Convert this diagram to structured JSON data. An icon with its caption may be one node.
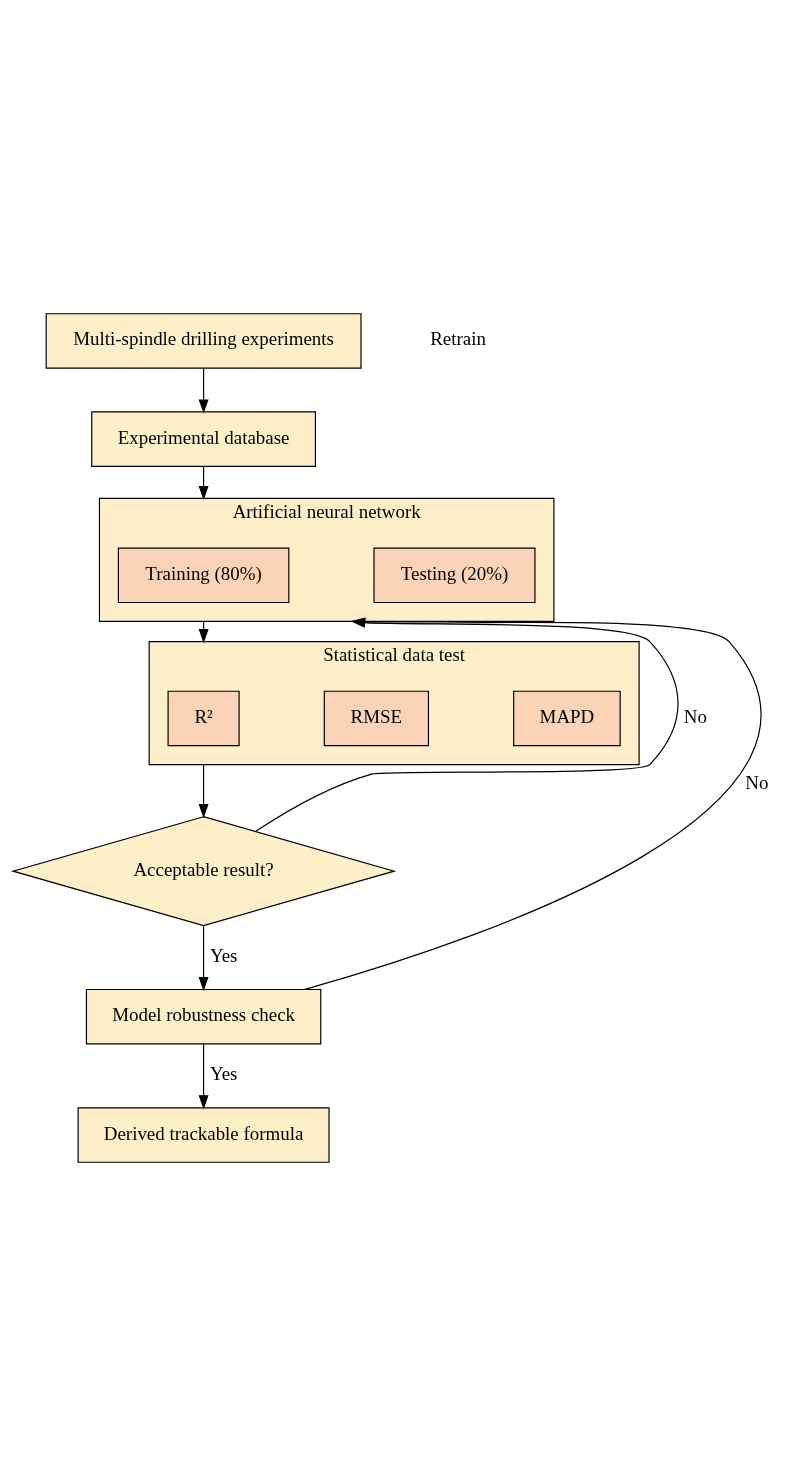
{
  "diagram": {
    "nodes": [
      {
        "text": [
          "Multi-spindle drilling experiments"
        ]
      },
      {
        "text": [
          "Experimental database"
        ]
      },
      {
        "text": [
          "Artificial neural network"
        ]
      },
      {
        "text": [
          "Training (80%)"
        ],
        "in": 2
      },
      {
        "text": [
          "Testing (20%)"
        ],
        "in": 2
      },
      {
        "text": [
          "Statistical data test"
        ]
      },
      {
        "text": [
          "R²"
        ],
        "in": 5
      },
      {
        "text": [
          "RMSE"
        ],
        "in": 5
      },
      {
        "text": [
          "MAPD"
        ],
        "in": 5
      },
      {
        "text": [
          "Acceptable result?"
        ]
      },
      {
        "text": [
          "Model robustness check"
        ]
      },
      {
        "text": [
          "Derived trackable formula"
        ]
      }
    ],
    "edges": [
      {
        "from": 0,
        "to": 1,
        "arrow": "to"
      },
      {
        "from": 1,
        "to": 2,
        "arrow": "to"
      },
      {
        "from": 2,
        "to": 5,
        "arrow": "to"
      },
      {
        "from": 5,
        "to": 9,
        "arrow": "to"
      },
      {
        "from": 9,
        "to": 10,
        "arrow": "to",
        "label": "Yes"
      },
      {
        "from": 10,
        "to": 11,
        "arrow": "to",
        "label": "Yes"
      },
      {
        "from": 9,
        "to": 2,
        "arrow": "to",
        "label": "No"
      },
      {
        "from": 10,
        "to": 2,
        "arrow": "to",
        "label": "No"
      }
    ],
    "labels": [
      "Retrain"
    ]
  }
}
